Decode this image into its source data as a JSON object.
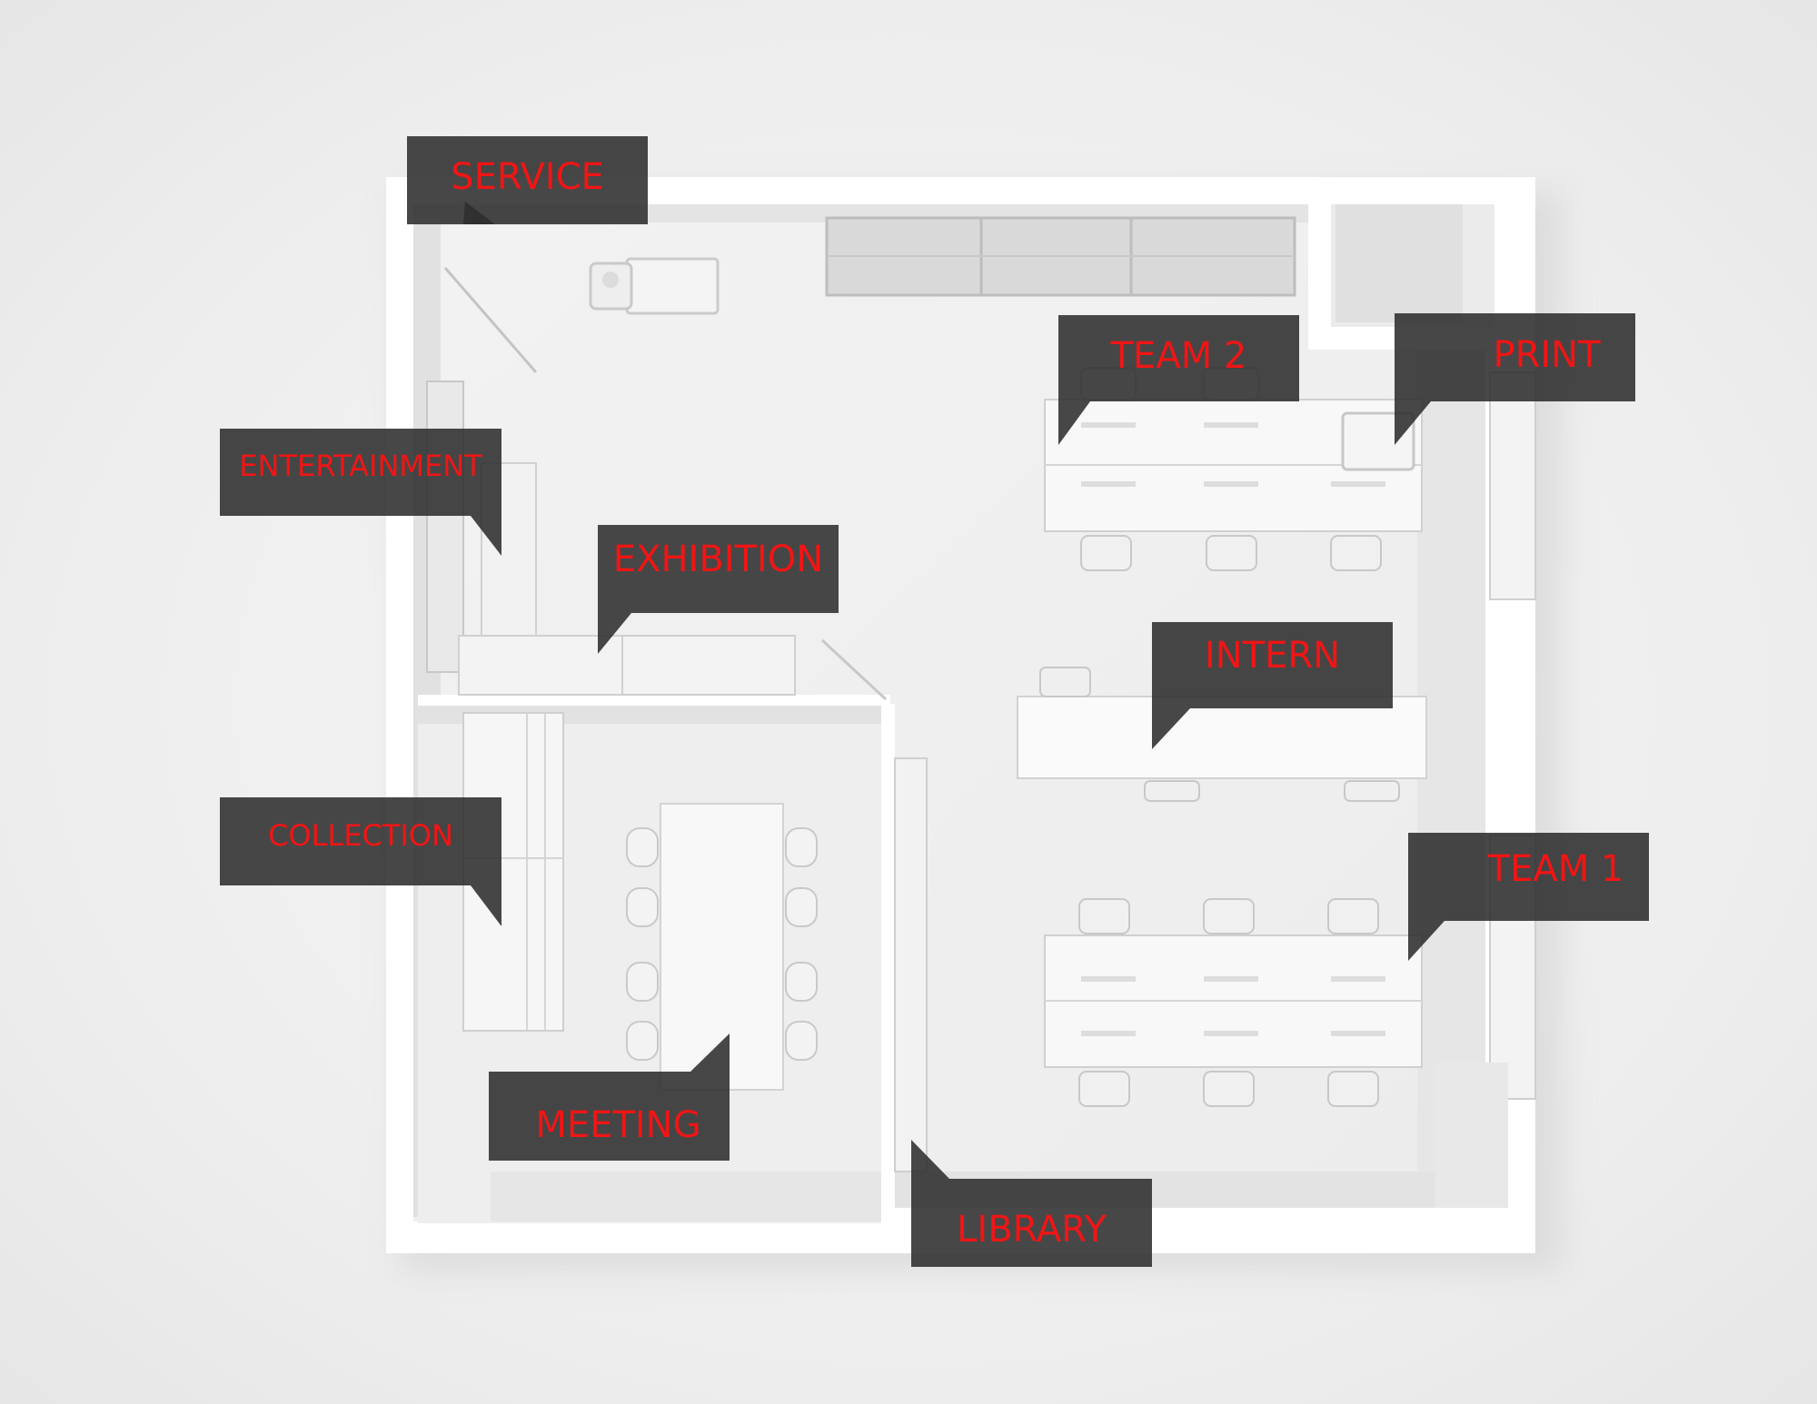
{
  "diagram": {
    "type": "floor-plan",
    "colors": {
      "label_text": "#f11515",
      "label_bg": "#2d2d2d"
    },
    "labels": {
      "service": "SERVICE",
      "team2": "TEAM 2",
      "print": "PRINT",
      "entertainment": "ENTERTAINMENT",
      "exhibition": "EXHIBITION",
      "intern": "INTERN",
      "collection": "COLLECTION",
      "team1": "TEAM 1",
      "meeting": "MEETING",
      "library": "LIBRARY"
    }
  }
}
